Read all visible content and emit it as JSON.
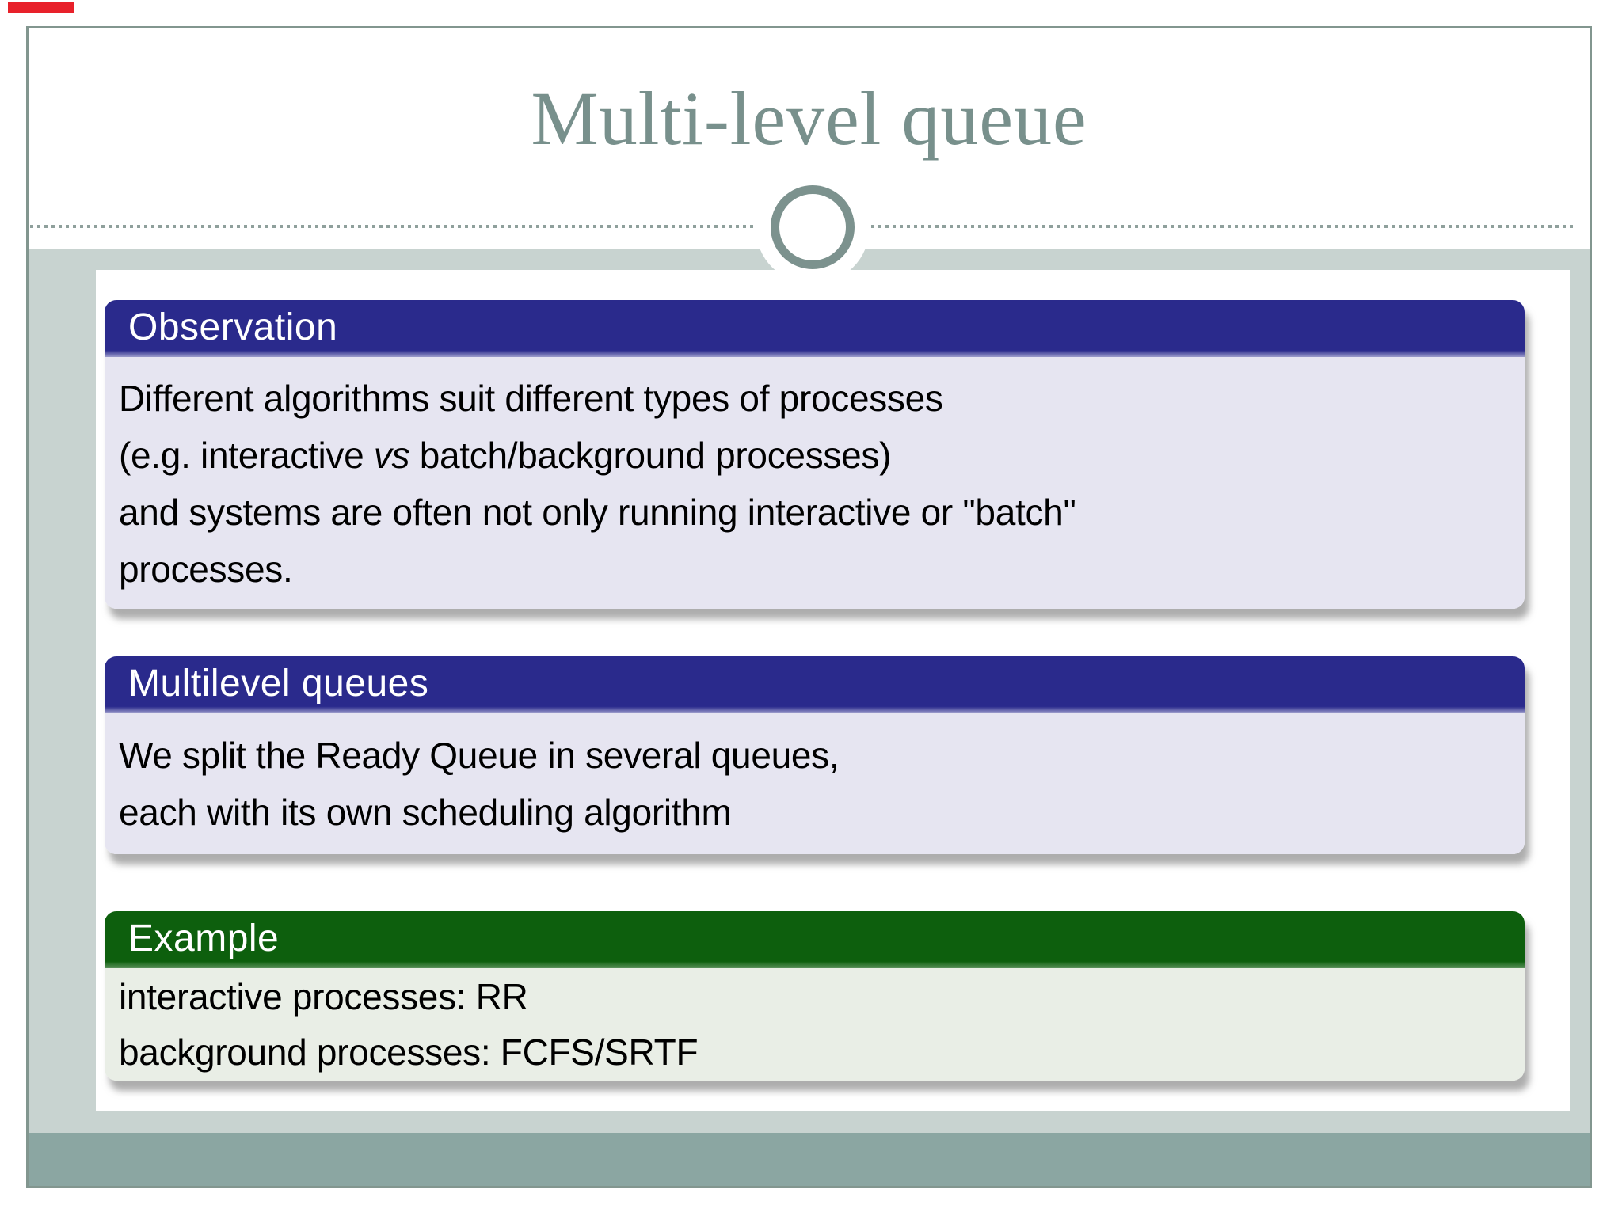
{
  "title": "Multi-level queue",
  "boxes": [
    {
      "header": "Observation",
      "lines": [
        [
          "Different algorithms suit different types of processes"
        ],
        [
          "(e.g. interactive ",
          "vs",
          " batch/background processes)"
        ],
        [
          "and systems are often not only running interactive or \"batch\""
        ],
        [
          "processes."
        ]
      ]
    },
    {
      "header": "Multilevel queues",
      "lines": [
        [
          "We split the Ready Queue in several queues,"
        ],
        [
          "each with its own scheduling algorithm"
        ]
      ]
    },
    {
      "header": "Example",
      "lines": [
        [
          "interactive processes: RR"
        ],
        [
          "background processes: FCFS/SRTF"
        ]
      ]
    }
  ],
  "colors": {
    "title_text": "#78908c",
    "frame_border": "#82968f",
    "band": "#c8d3d0",
    "footer_band": "#8ba6a2",
    "header_navy": "#2a2a8c",
    "header_green": "#0d5f0d",
    "body_lavender": "#e6e5f1",
    "body_green": "#e9eee6",
    "ring": "#7c928e",
    "red_indicator": "#e8212a",
    "watermark": "#d5d9d7"
  }
}
